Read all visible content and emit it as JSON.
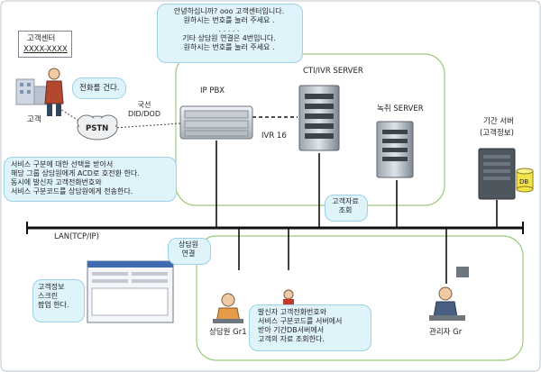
{
  "labels": {
    "call_center_title": "고객센터",
    "call_center_number": "XXXX-XXXX",
    "customer": "고객",
    "customer_call": "전화를 건다.",
    "pstn": "PSTN",
    "did_dod": "국선\nDID/DOD",
    "ip_pbx": "IP PBX",
    "ivr": "IVR 16",
    "cti_ivr_server": "CTI/IVR SERVER",
    "record_server": "녹취 SERVER",
    "legacy_server": "기간 서버",
    "legacy_server_sub": "(고객정보)",
    "db": "DB",
    "lan": "LAN(TCP/IP)",
    "customer_data_lookup": "고객자료\n조회",
    "agent_connect": "상담원\n연결",
    "agent_group": "상담원 Gr1",
    "manager_group": "관리자 Gr"
  },
  "callouts": {
    "ivr_message": "안녕하십니까? ooo 고객센터입니다.\n원하시는 번호를 눌러 주세요 .\n. . . . .\n기타 상담원 연결은 4번입니다.\n원하시는 번호를 눌러 주세요 .",
    "pbx_routing": "서비스 구분에 대한 선택을 받아서\n해당 그룹 상담원에게 ACD로 호전환 한다.\n동시에 발신자 고객전화번호와\n서비스 구분코드를 상담원에게 전송한다.",
    "screen_pop": "고객정보\n스크린\n팝업 한다.",
    "agent_lookup": "발신자 고객전화번호와\n서비스 구분코드를 서버에서\n받아 기간DB서버에서\n고객의 자료 조회한다."
  },
  "colors": {
    "bubble_fill": "#dff3fb",
    "bubble_border": "#9fd0e6",
    "green_border": "#9ccc7a",
    "lan_line": "#111111"
  }
}
